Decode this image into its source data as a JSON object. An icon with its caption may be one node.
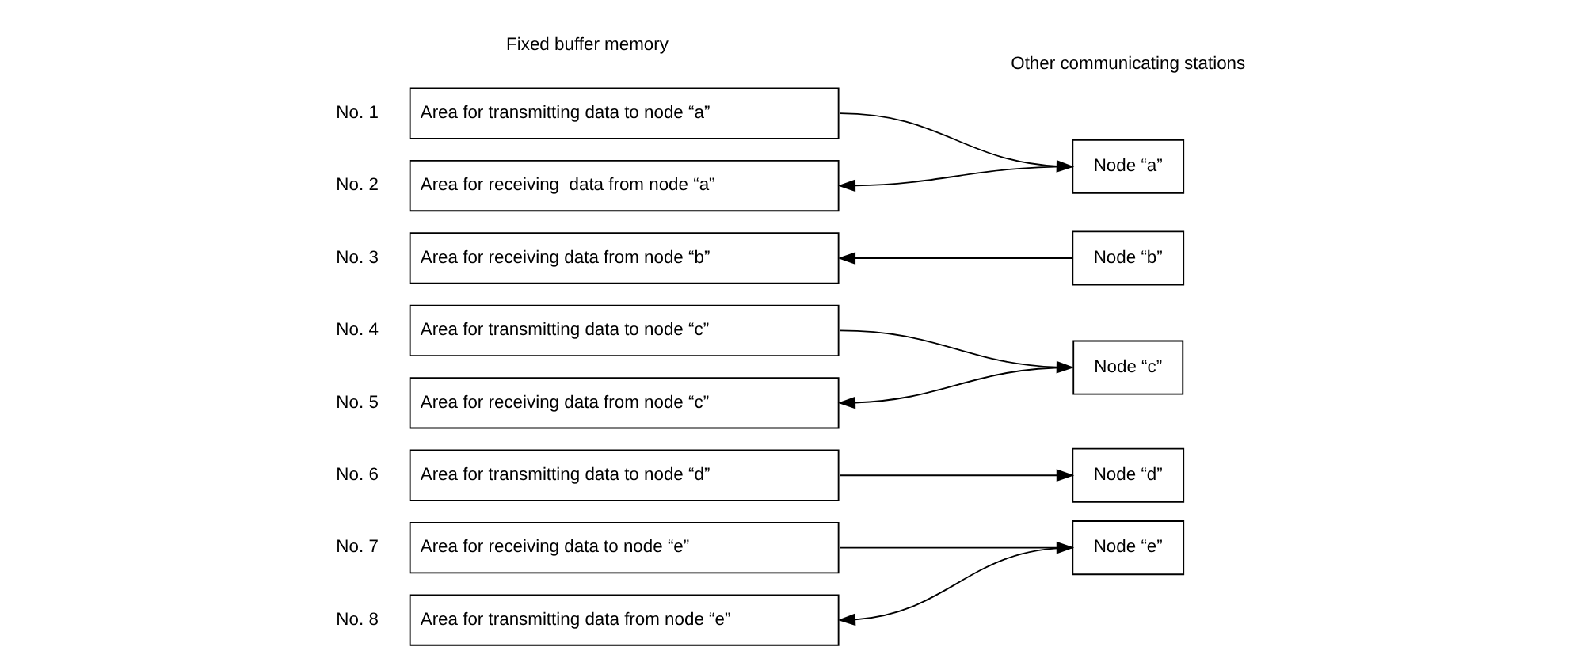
{
  "diagram": {
    "nodes": [
      {
        "text": [
          "Area for transmitting data to node “a”"
        ],
        "beside": [
          "No. 1"
        ]
      },
      {
        "text": [
          "Area for receiving  data from node “a”"
        ],
        "beside": [
          "No. 2"
        ]
      },
      {
        "text": [
          "Area for receiving data from node “b”"
        ],
        "beside": [
          "No. 3"
        ]
      },
      {
        "text": [
          "Area for transmitting data to node “c”"
        ],
        "beside": [
          "No. 4"
        ]
      },
      {
        "text": [
          "Area for receiving data from node “c”"
        ],
        "beside": [
          "No. 5"
        ]
      },
      {
        "text": [
          "Area for transmitting data to node “d”"
        ],
        "beside": [
          "No. 6"
        ]
      },
      {
        "text": [
          "Area for receiving data to node “e”"
        ],
        "beside": [
          "No. 7"
        ]
      },
      {
        "text": [
          "Area for transmitting data from node “e”"
        ],
        "beside": [
          "No. 8"
        ]
      },
      {
        "text": [
          "Node “a”"
        ]
      },
      {
        "text": [
          "Node “b”"
        ]
      },
      {
        "text": [
          "Node “c”"
        ]
      },
      {
        "text": [
          "Node “d”"
        ]
      },
      {
        "text": [
          "Node “e”"
        ]
      }
    ],
    "edges": [
      {
        "from": 0,
        "to": 8,
        "arrow": "to"
      },
      {
        "from": 8,
        "to": 1,
        "arrow": "to"
      },
      {
        "from": 9,
        "to": 2,
        "arrow": "to"
      },
      {
        "from": 3,
        "to": 10,
        "arrow": "to"
      },
      {
        "from": 10,
        "to": 4,
        "arrow": "to"
      },
      {
        "from": 5,
        "to": 11,
        "arrow": "to"
      },
      {
        "from": 6,
        "to": 12,
        "arrow": "to"
      },
      {
        "from": 12,
        "to": 7,
        "arrow": "to"
      }
    ],
    "labels": [
      "Fixed buffer memory",
      "Other communicating stations"
    ]
  }
}
